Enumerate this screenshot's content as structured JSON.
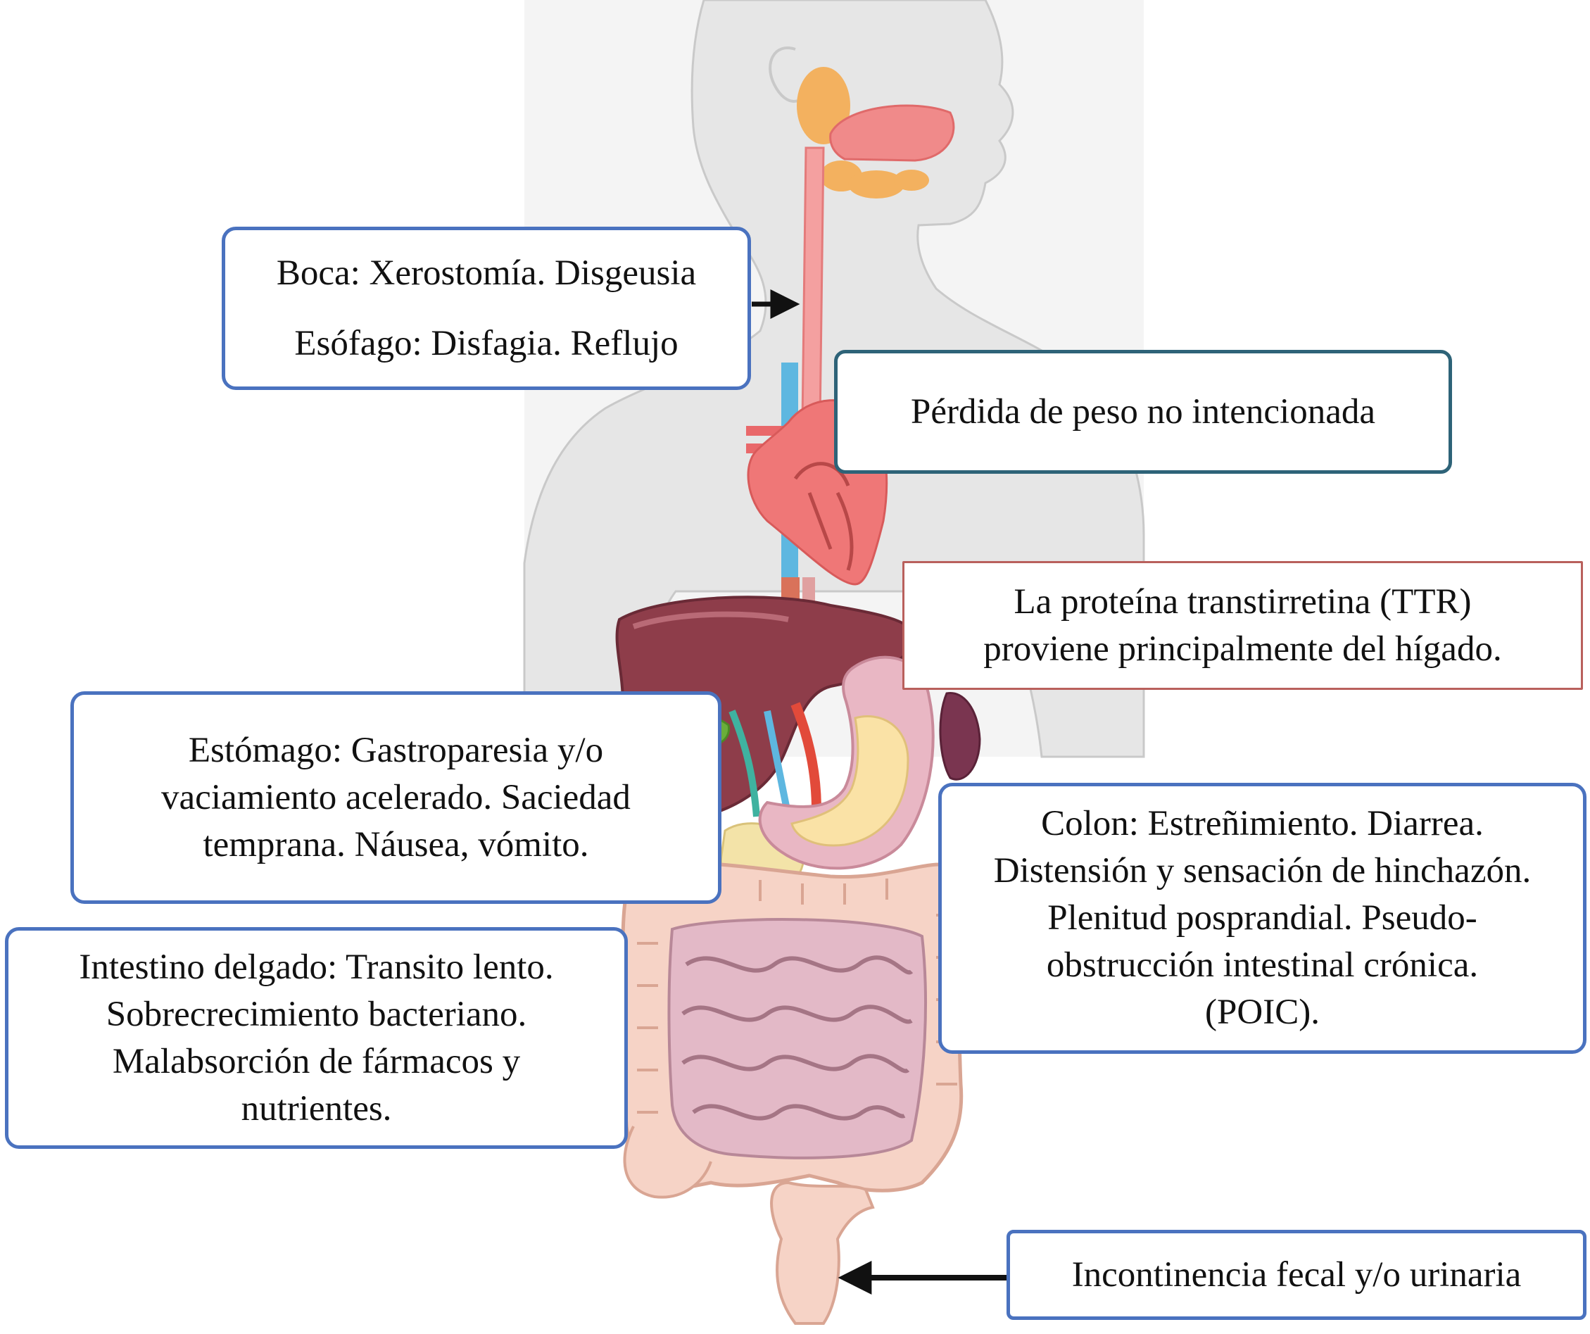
{
  "colors": {
    "callout_border": "#4a72bf",
    "weight_border": "#2e6378",
    "ttr_border": "#b9605c",
    "arrow": "#111111"
  },
  "callouts": {
    "boca": [
      "Boca: Xerostomía. Disgeusia",
      "Esófago: Disfagia. Reflujo"
    ],
    "peso": [
      "Pérdida de peso no intencionada"
    ],
    "ttr": [
      "La proteína transtirretina (TTR)",
      "proviene principalmente del hígado."
    ],
    "estomago": [
      "Estómago: Gastroparesia y/o",
      "vaciamiento acelerado. Saciedad",
      "temprana. Náusea, vómito."
    ],
    "colon": [
      "Colon: Estreñimiento. Diarrea.",
      "Distensión y sensación de hinchazón.",
      "Plenitud posprandial. Pseudo-",
      "obstrucción intestinal crónica.",
      "(POIC)."
    ],
    "intestino": [
      "Intestino delgado: Transito lento.",
      "Sobrecrecimiento bacteriano.",
      "Malabsorción de fármacos y",
      "nutrientes."
    ],
    "incontinencia": [
      "Incontinencia fecal y/o urinaria"
    ]
  },
  "illustration": {
    "organs": [
      "head-and-torso-silhouette",
      "salivary-glands",
      "mouth",
      "esophagus",
      "heart",
      "liver",
      "gallbladder",
      "stomach",
      "pancreas",
      "spleen",
      "large-intestine",
      "small-intestine",
      "rectum"
    ]
  }
}
